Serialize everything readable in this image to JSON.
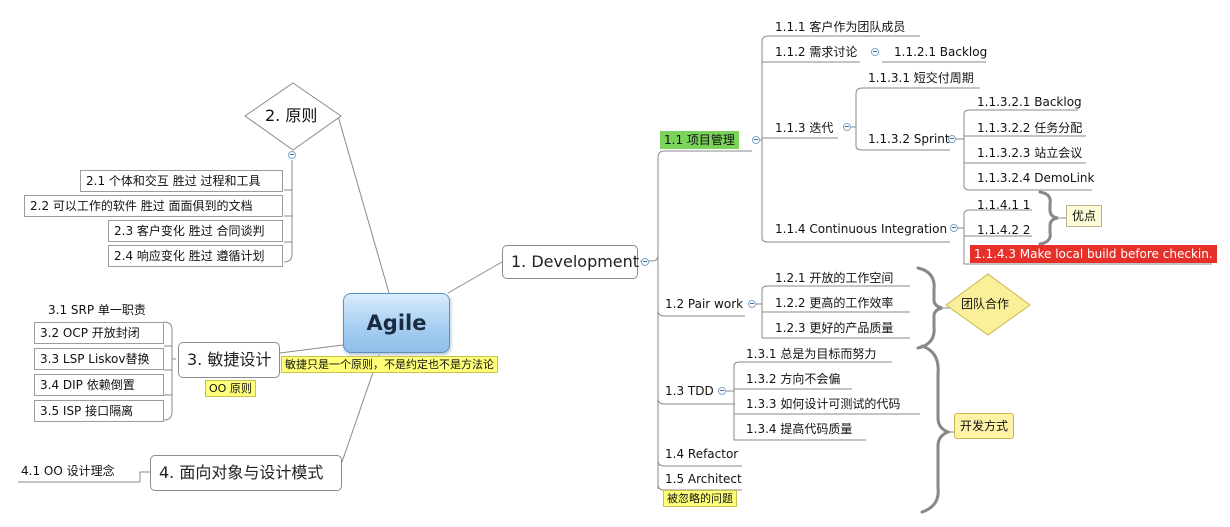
{
  "center": "Agile",
  "center_note": "敏捷只是一个原则，不是约定也不是方法论",
  "branches": {
    "development": "1. Development",
    "principle": "2. 原则",
    "design": "3. 敏捷设计",
    "design_note": "OO 原则",
    "oop": "4. 面向对象与设计模式"
  },
  "dev": {
    "pm": "1.1  项目管理",
    "pm_items": {
      "i111": "1.1.1  客户作为团队成员",
      "i112": "1.1.2  需求讨论",
      "i1121": "1.1.2.1  Backlog",
      "i113": "1.1.3  迭代",
      "i1131": "1.1.3.1  短交付周期",
      "i1132": "1.1.3.2  Sprint",
      "i11321": "1.1.3.2.1  Backlog",
      "i11322": "1.1.3.2.2  任务分配",
      "i11323": "1.1.3.2.3  站立会议",
      "i11324": "1.1.3.2.4  DemoLink",
      "i114": "1.1.4  Continuous Integration",
      "i1141": "1.1.4.1  1",
      "i1142": "1.1.4.2  2",
      "i1143": "1.1.4.3  Make local build before checkin.",
      "pros": "优点"
    },
    "pair": "1.2  Pair work",
    "pair_items": [
      "1.2.1  开放的工作空间",
      "1.2.2  更高的工作效率",
      "1.2.3  更好的产品质量"
    ],
    "pair_summary": "团队合作",
    "tdd": "1.3  TDD",
    "tdd_items": [
      "1.3.1  总是为目标而努力",
      "1.3.2  方向不会偏",
      "1.3.3  如何设计可测试的代码",
      "1.3.4  提高代码质量"
    ],
    "dev_style": "开发方式",
    "refactor": "1.4  Refactor",
    "architect": "1.5  Architect",
    "architect_note": "被忽略的问题"
  },
  "principles": [
    "2.1  个体和交互 胜过 过程和工具",
    "2.2  可以工作的软件 胜过 面面俱到的文档",
    "2.3  客户变化 胜过 合同谈判",
    "2.4  响应变化 胜过 遵循计划"
  ],
  "design_items": [
    "3.1  SRP 单一职责",
    "3.2  OCP 开放封闭",
    "3.3  LSP Liskov替换",
    "3.4  DIP 依赖倒置",
    "3.5  ISP 接口隔离"
  ],
  "oop_items": [
    "4.1  OO 设计理念"
  ],
  "colors": {
    "pm_highlight": "#7bd35b",
    "checkin_highlight": "#e8302a",
    "note_yellow": "#ffff7a",
    "summary_diamond": "#fbf09a",
    "center_fill": "#a8cff2"
  }
}
